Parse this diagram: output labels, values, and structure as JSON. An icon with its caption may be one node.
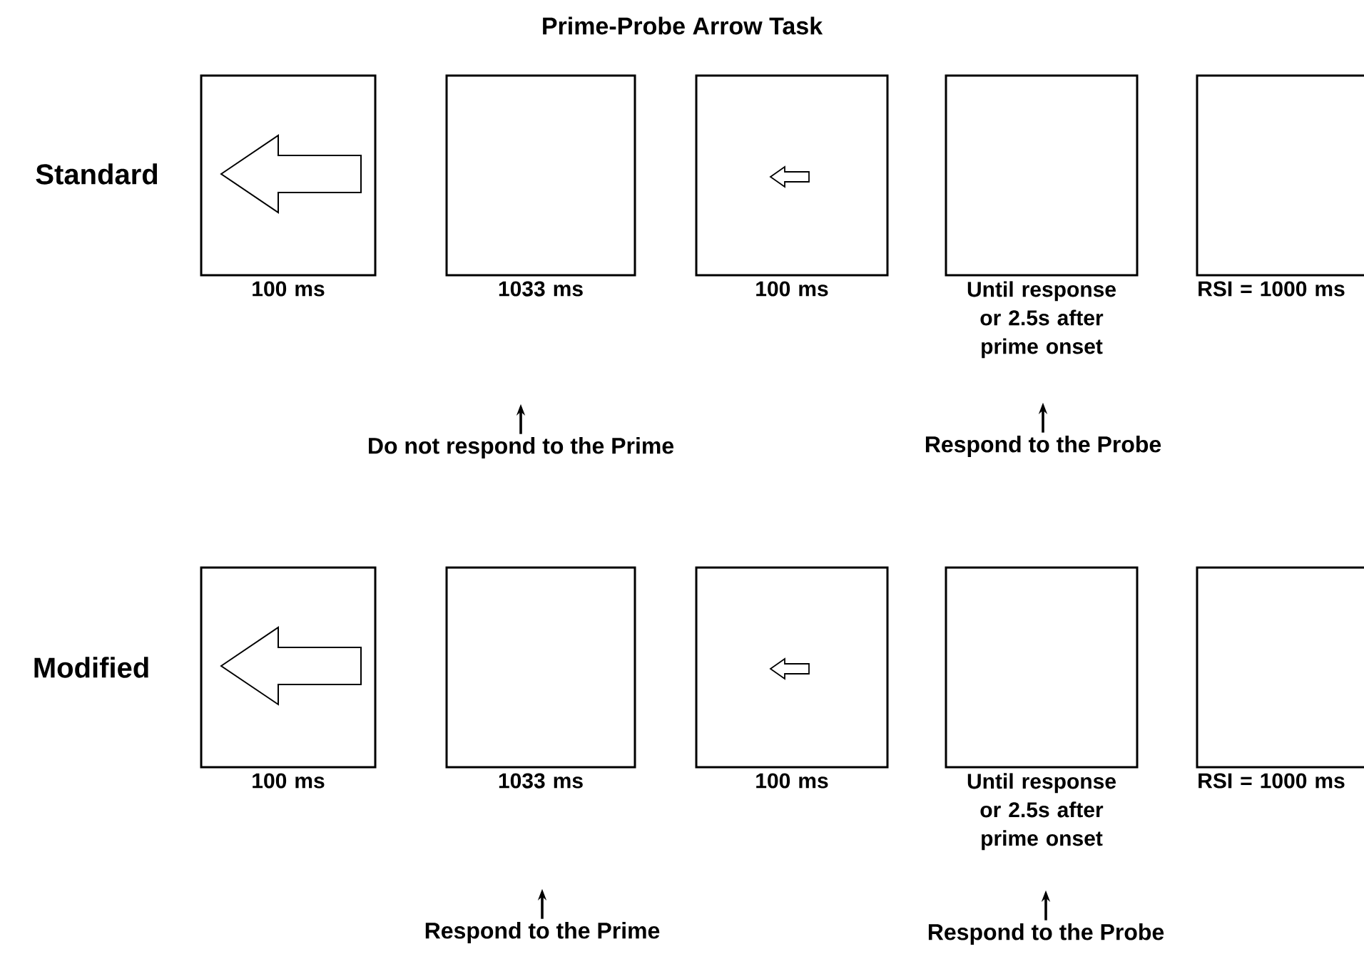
{
  "diagram": {
    "title": "Prime-Probe Arrow Task",
    "nodes": [
      {
        "text": [],
        "shape": "box",
        "beside": [
          "100 ms"
        ]
      },
      {
        "text": [],
        "shape": "box",
        "beside": [
          "1033 ms"
        ]
      },
      {
        "text": [],
        "shape": "box",
        "beside": [
          "100 ms"
        ]
      },
      {
        "text": [],
        "shape": "box",
        "beside": [
          "Until response or 2.5s after prime onset"
        ]
      },
      {
        "text": [],
        "shape": "box",
        "beside": [
          "RSI = 1000 ms"
        ]
      },
      {
        "text": [
          "Do not respond to the Prime"
        ]
      },
      {
        "text": [
          "Respond to the Probe"
        ]
      },
      {
        "text": [],
        "shape": "box",
        "beside": [
          "100 ms"
        ]
      },
      {
        "text": [],
        "shape": "box",
        "beside": [
          "1033 ms"
        ]
      },
      {
        "text": [],
        "shape": "box",
        "beside": [
          "100 ms"
        ]
      },
      {
        "text": [],
        "shape": "box",
        "beside": [
          "Until response or 2.5s after prime onset"
        ]
      },
      {
        "text": [],
        "shape": "box",
        "beside": [
          "RSI = 1000 ms"
        ]
      },
      {
        "text": [
          "Respond to the Prime"
        ]
      },
      {
        "text": [
          "Respond to the Probe"
        ]
      }
    ],
    "edges": [
      {
        "from": 5,
        "to": null,
        "arrow": "to"
      },
      {
        "from": 6,
        "to": null,
        "arrow": "to"
      },
      {
        "from": 12,
        "to": null,
        "arrow": "to"
      },
      {
        "from": 13,
        "to": null,
        "arrow": "to"
      }
    ],
    "labels": [
      "Standard",
      "Modified"
    ]
  }
}
